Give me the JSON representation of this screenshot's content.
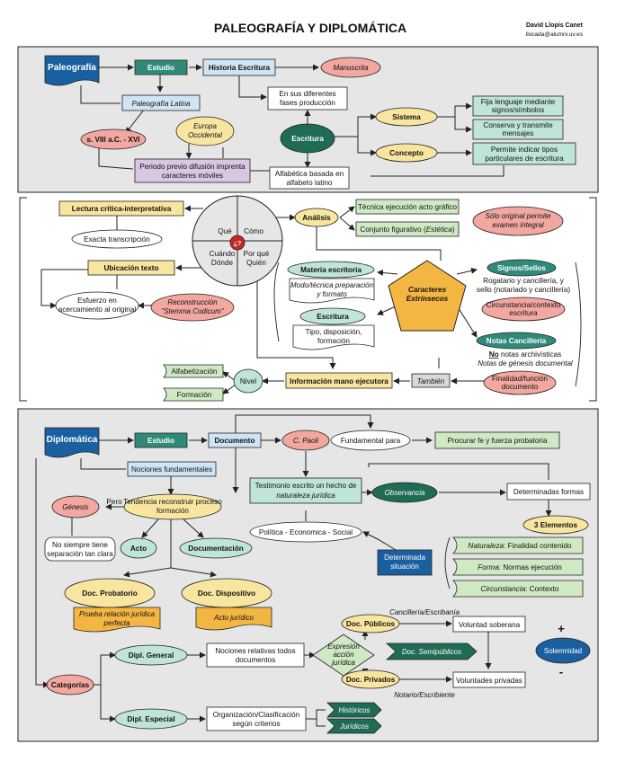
{
  "header": {
    "title": "PALEOGRAFÍA Y DIPLOMÁTICA",
    "author": "David Llopis Canet",
    "email": "llocada@alumni.uv.es"
  },
  "colors": {
    "teal": "#2f8a7a",
    "dark_green": "#1f6b55",
    "blue_doc": "#1a5fa0",
    "light_green": "#cfe9c4",
    "light_blue": "#cfe4f5",
    "pink": "#f2a7a0",
    "yellow": "#f8e6a0",
    "orange": "#f4b642",
    "mint": "#bfe4d8",
    "purple": "#d9c6e0",
    "panel": "#e6e6e6"
  },
  "paleo": {
    "root": "Paleografía",
    "estudio": "Estudio",
    "historia": "Historia Escritura",
    "manuscrita": "Manuscrita",
    "fases": [
      "En sus diferentes",
      "fases producción"
    ],
    "latina": "Paleografía Latina",
    "siglos": "s. VIII a.C. - XVI",
    "europa": [
      "Europa",
      "Occidental"
    ],
    "periodo": [
      "Periodo previo difusión imprenta",
      "caracteres móviles"
    ],
    "escritura": "Escritura",
    "alfabetica": [
      "Alfabética basada en",
      "alfabeto latino"
    ],
    "sistema": "Sistema",
    "concepto": "Concepto",
    "fija": [
      "Fija lenguaje mediante",
      "signos/símbolos"
    ],
    "conserva": [
      "Conserva y transmite",
      "mensajes"
    ],
    "permite": [
      "Permite indicar tipos",
      "particulares de escritura"
    ]
  },
  "mid": {
    "lectura": "Lectura crítica-interpretativa",
    "exacta": "Exacta transcripción",
    "que": "Qué",
    "como": "Cómo",
    "cuando": "Cuándo",
    "donde": "Dónde",
    "porque": "Por qué",
    "quien": "Quién",
    "q": "¿?",
    "analisis": "Análisis",
    "tecnica": "Técnica ejecución acto gráfico",
    "conjunto_a": "Conjunto figurativo (",
    "conjunto_b": "Estética",
    "conjunto_c": ")",
    "solo": [
      "Sólo original permite",
      "examen íntegral"
    ],
    "ubicacion": "Ubicación texto",
    "esfuerzo": [
      "Esfuerzo en",
      "acercamiento al original"
    ],
    "reconstruccion": [
      "Reconstrucción",
      "\"Stemma Codicum\""
    ],
    "materia": "Materia escritoria",
    "modo": [
      "Modo/técnica preparación",
      "y formato"
    ],
    "escritura2": "Escritura",
    "tipo": [
      "Tipo, disposición,",
      "formación"
    ],
    "caracteres": [
      "Caracteres",
      "Extrínsecos"
    ],
    "signos": "Signos/Sellos",
    "rogatario": [
      "Rogatario y cancillería, y",
      "sello (notariado y cancillería)"
    ],
    "circunstancia": [
      "Circunstancia/contexto",
      "escritura"
    ],
    "notas": "Notas Cancillería",
    "no_notas_a": "No",
    "no_notas_b": " notas archivísticas",
    "genesis_doc": "Notas de génesis documental",
    "finalidad": [
      "Finalidad/función",
      "documento"
    ],
    "alfabetizacion": "Alfabetización",
    "formacion": "Formación",
    "nivel": "Nivel",
    "informacion": "Información mano ejecutora",
    "tambien": "También"
  },
  "diplo": {
    "root": "Diplomática",
    "estudio": "Estudio",
    "documento": "Documento",
    "paoli": "C. Paoli",
    "fundamental": "Fundamental para",
    "procurar": "Procurar fe y fuerza probatoria",
    "nociones": "Nociones fundamentales",
    "testimonio": [
      "Testimonio escrito un hecho de",
      "naturaleza jurídica"
    ],
    "observancia": "Observancia",
    "determinadas": "Determinadas formas",
    "tendencia": [
      "Tendencia reconstruir proceso",
      "formación"
    ],
    "pero": "Pero",
    "genesis": "Génesis",
    "nosiempre": [
      "No siempre tiene",
      "separación tan clara"
    ],
    "politica": "Política - Economica - Social",
    "acto": "Acto",
    "documentacion": "Documentación",
    "tres": "3 Elementos",
    "naturaleza_a": "Naturaleza",
    "naturaleza_b": ": Finalidad contenido",
    "forma_a": "Forma",
    "forma_b": ": Normas ejecución",
    "circ_a": "Circunstancia",
    "circ_b": ": Contexto",
    "determinada_sit": [
      "Determinada",
      "situación"
    ],
    "probatorio": "Doc. Probatorio",
    "prueba": [
      "Prueba relación jurídica",
      "perfecta"
    ],
    "dispositivo": "Doc. Dispositivo",
    "acto_juridico": "Acto jurídico",
    "cancilleria": "Cancillería/Escribanía",
    "publicos": "Doc. Públicos",
    "voluntad": "Voluntad soberana",
    "plus": "+",
    "minus": "-",
    "solemnidad": "Solemnidad",
    "dipl_general": "Dipl. General",
    "nociones_rel": [
      "Nociones relativas todos",
      "documentos"
    ],
    "expresion": [
      "Expresión",
      "acción",
      "jurídica"
    ],
    "semipublicos": "Doc. Semipúblicos",
    "privados": "Doc. Privados",
    "voluntades": "Voluntades privadas",
    "notario": "Notario/Escribiente",
    "categorias": "Categorías",
    "dipl_especial": "Dipl. Especial",
    "organizacion": [
      "Organización/Clasificación",
      "según criterios"
    ],
    "historicos": "Históricos",
    "juridicos": "Jurídicos"
  }
}
